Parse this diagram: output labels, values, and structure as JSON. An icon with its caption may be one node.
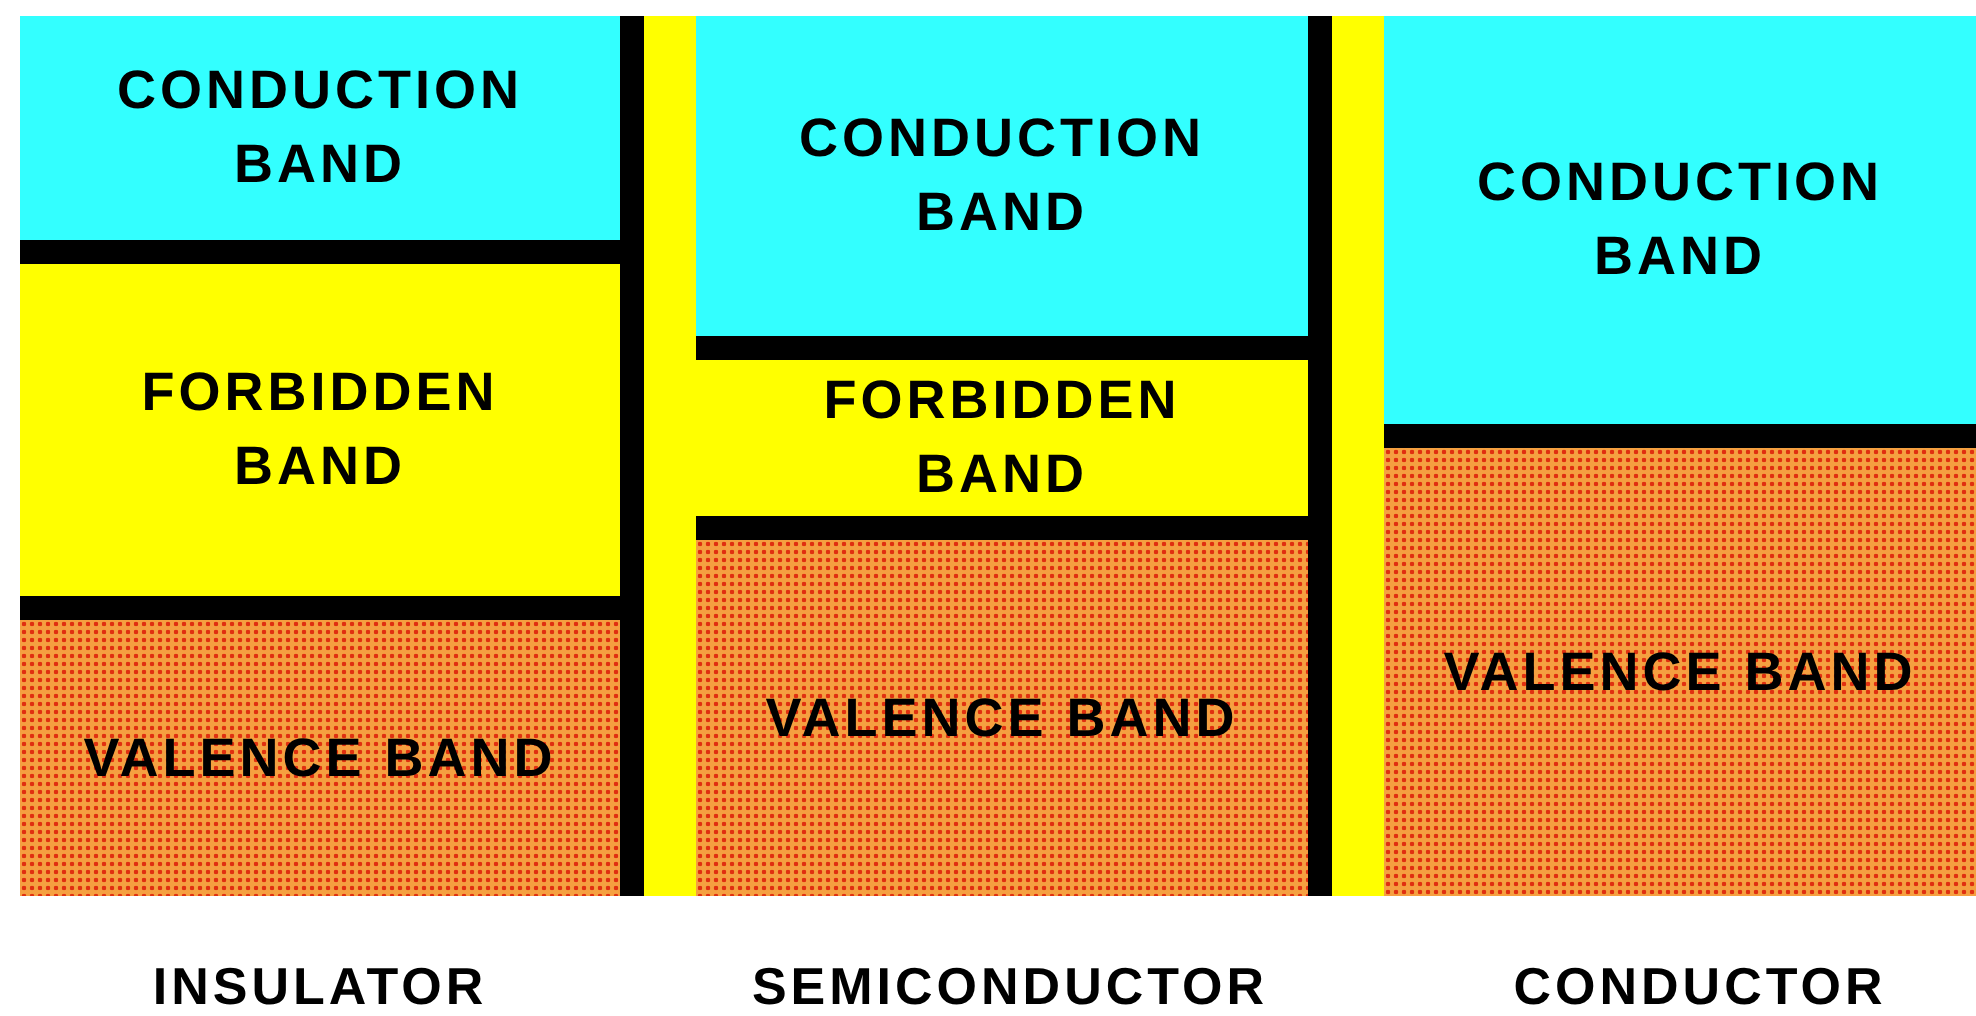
{
  "diagram": {
    "nodes": [
      {
        "text": [
          "CONDUCTION BAND"
        ]
      },
      {
        "text": [
          "FORBIDDEN BAND"
        ]
      },
      {
        "text": [
          "VALENCE BAND"
        ]
      },
      {
        "text": [
          "CONDUCTION BAND"
        ]
      },
      {
        "text": [
          "FORBIDDEN BAND"
        ]
      },
      {
        "text": [
          "VALENCE BAND"
        ]
      },
      {
        "text": [
          "CONDUCTION BAND"
        ]
      },
      {
        "text": [
          "VALENCE BAND"
        ]
      }
    ],
    "labels": [
      "INSULATOR",
      "SEMICONDUCTOR",
      "CONDUCTOR"
    ]
  }
}
